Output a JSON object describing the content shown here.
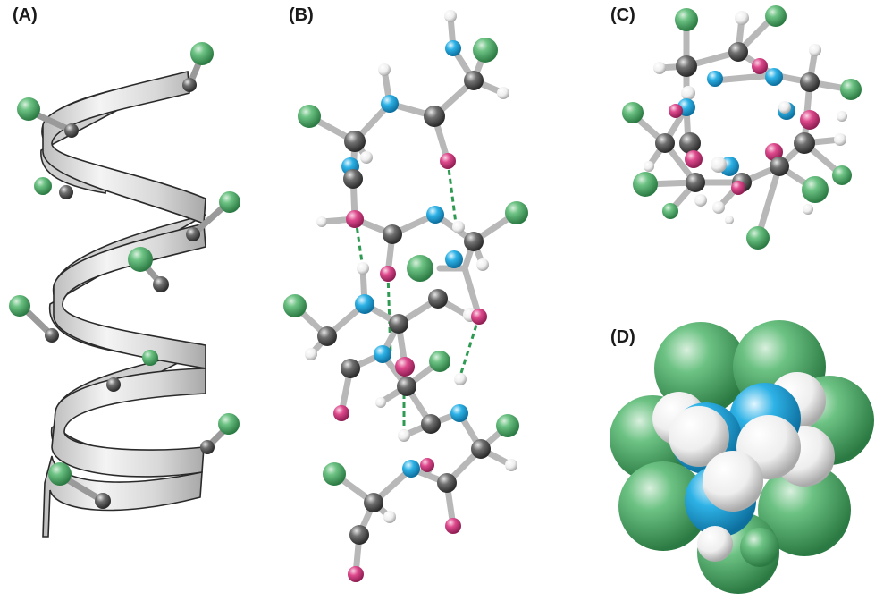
{
  "labels": {
    "a": "(A)",
    "b": "(B)",
    "c": "(C)",
    "d": "(D)"
  },
  "colors": {
    "r_group": "#4cae66",
    "carbon": "#5b5b5b",
    "nitrogen": "#22a5dc",
    "oxygen": "#d63f84",
    "hydrogen": "#f2f2f2",
    "hbond": "#2e9a52",
    "ribbon": "#e4e4e4",
    "ribbon_edge": "#2a2a2a",
    "bond": "#b8b8b8"
  }
}
